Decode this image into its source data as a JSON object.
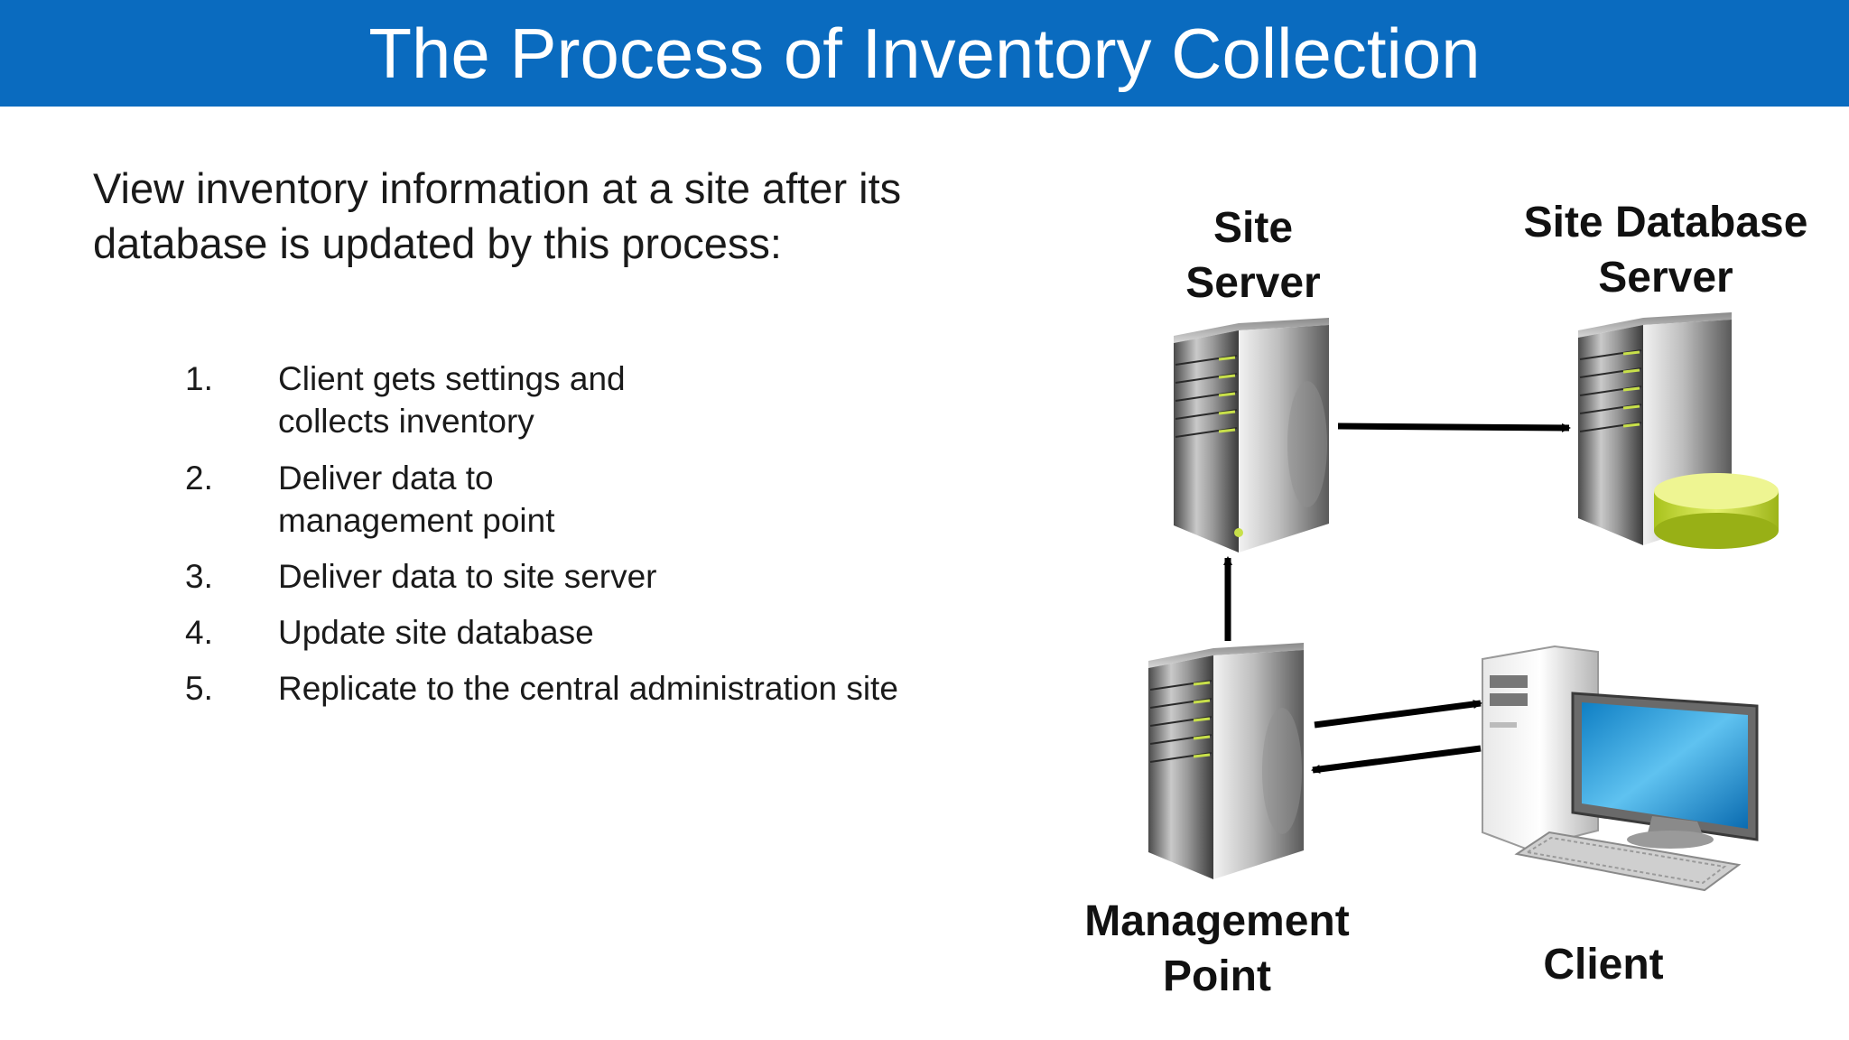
{
  "slide": {
    "title": "The Process of Inventory Collection",
    "intro": "View inventory information at a site after its database is updated by this process:",
    "steps": [
      {
        "num": "1.",
        "text": "Client gets settings and\ncollects inventory"
      },
      {
        "num": "2.",
        "text": "Deliver data to\nmanagement point"
      },
      {
        "num": "3.",
        "text": "Deliver data to site server"
      },
      {
        "num": "4.",
        "text": "Update site database"
      },
      {
        "num": "5.",
        "text": "Replicate to the central administration site"
      }
    ]
  },
  "diagram": {
    "labels": {
      "site_server": "Site\nServer",
      "site_database_server": "Site Database\nServer",
      "management_point": "Management\nPoint",
      "client": "Client"
    },
    "colors": {
      "title_bar": "#0a6bbf",
      "database_disk": "#c9de3a",
      "monitor_screen": "#1a9ad8",
      "arrow": "#000000"
    },
    "icons": [
      "server-icon",
      "database-server-icon",
      "desktop-computer-icon"
    ]
  }
}
